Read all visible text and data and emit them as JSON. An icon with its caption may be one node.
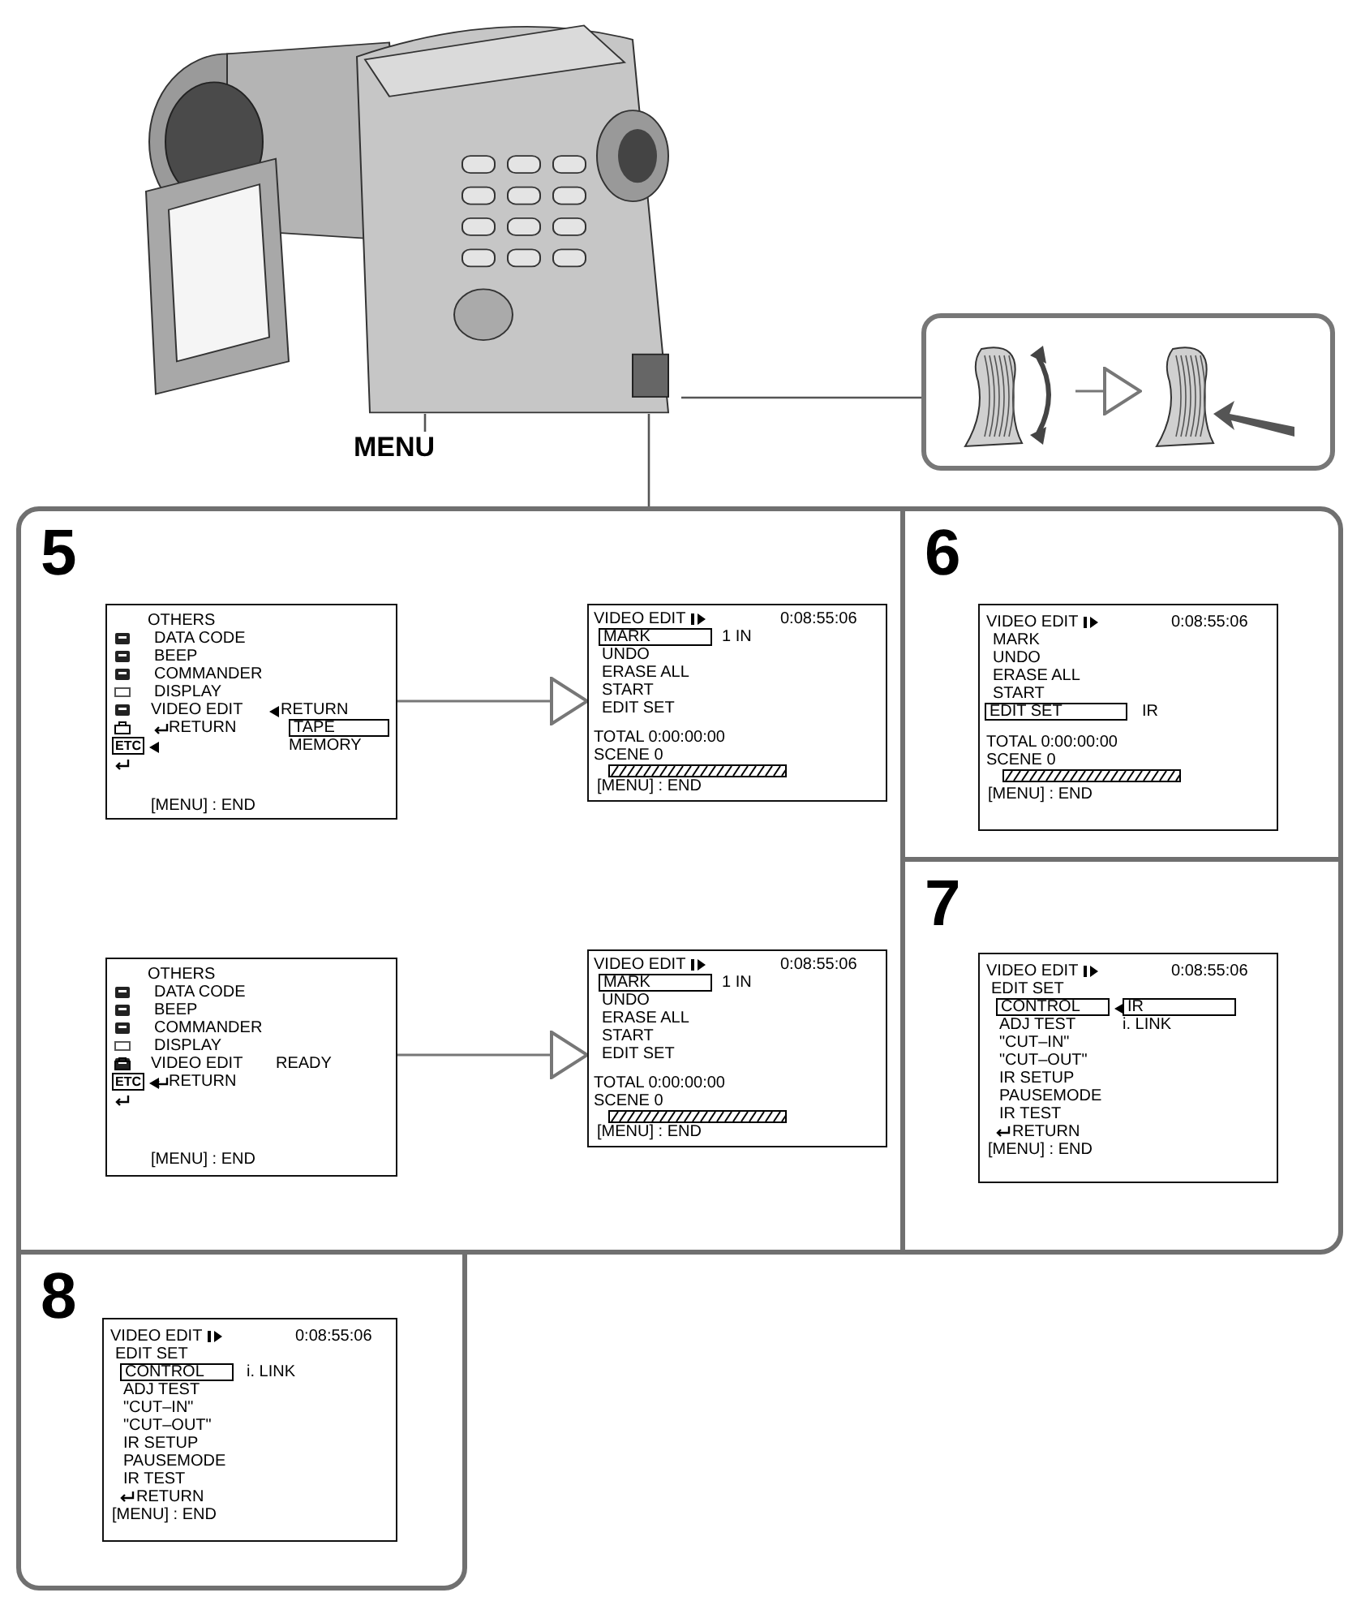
{
  "diagram": {
    "nodes": [
      {
        "text": [],
        "shape": "picture"
      },
      {
        "text": [
          "MENU"
        ]
      },
      {
        "text": [],
        "shape": "box"
      },
      {
        "text": [],
        "shape": "picture",
        "in": 2
      },
      {
        "text": [],
        "shape": "picture",
        "in": 2
      },
      {
        "text": [
          "5"
        ]
      },
      {
        "text": [
          "OTHERS",
          "DATA CODE",
          "BEEP",
          "COMMANDER",
          "DISPLAY",
          "VIDEO EDIT",
          "RETURN",
          "RETURN",
          "TAPE",
          "ETC",
          "MEMORY",
          "[MENU] : END"
        ],
        "in": 5
      },
      {
        "text": [
          "VIDEO EDIT",
          "0:08:55:06",
          "MARK",
          "1 IN",
          "UNDO",
          "ERASE ALL",
          "START",
          "EDIT SET",
          "TOTAL 0:00:00:00",
          "SCENE 0",
          "[MENU] : END"
        ],
        "in": 5
      },
      {
        "text": [
          "OTHERS",
          "DATA CODE",
          "BEEP",
          "COMMANDER",
          "DISPLAY",
          "VIDEO EDIT",
          "READY",
          "ETC",
          "RETURN",
          "[MENU] : END"
        ],
        "in": 5
      },
      {
        "text": [
          "VIDEO EDIT",
          "0:08:55:06",
          "MARK",
          "1 IN",
          "UNDO",
          "ERASE ALL",
          "START",
          "EDIT SET",
          "TOTAL 0:00:00:00",
          "SCENE 0",
          "[MENU] : END"
        ],
        "in": 5
      },
      {
        "text": [
          "6"
        ]
      },
      {
        "text": [
          "VIDEO EDIT",
          "0:08:55:06",
          "MARK",
          "UNDO",
          "ERASE ALL",
          "START",
          "EDIT SET",
          "IR",
          "TOTAL 0:00:00:00",
          "SCENE 0",
          "[MENU] : END"
        ],
        "in": 10
      },
      {
        "text": [
          "7"
        ]
      },
      {
        "text": [
          "VIDEO EDIT",
          "0:08:55:06",
          "EDIT SET",
          "CONTROL",
          "IR",
          "ADJ TEST",
          "i. LINK",
          "\"CUT–IN\"",
          "\"CUT–OUT\"",
          "IR SETUP",
          "PAUSEMODE",
          "IR TEST",
          "RETURN",
          "[MENU] : END"
        ],
        "in": 12
      },
      {
        "text": [
          "8"
        ]
      },
      {
        "text": [
          "VIDEO EDIT",
          "0:08:55:06",
          "EDIT SET",
          "CONTROL",
          "i. LINK",
          "ADJ TEST",
          "\"CUT–IN\"",
          "\"CUT–OUT\"",
          "IR SETUP",
          "PAUSEMODE",
          "IR TEST",
          "RETURN",
          "[MENU] : END"
        ],
        "in": 14
      }
    ],
    "edges": [
      {
        "from": 1,
        "to": 0,
        "arrow": "none"
      },
      {
        "from": 0,
        "to": 2,
        "arrow": "none"
      },
      {
        "from": 3,
        "to": 4,
        "arrow": "to"
      },
      {
        "from": 0,
        "to": 5,
        "arrow": "none"
      },
      {
        "from": 6,
        "to": 7,
        "arrow": "to"
      },
      {
        "from": 8,
        "to": 9,
        "arrow": "to"
      }
    ]
  }
}
